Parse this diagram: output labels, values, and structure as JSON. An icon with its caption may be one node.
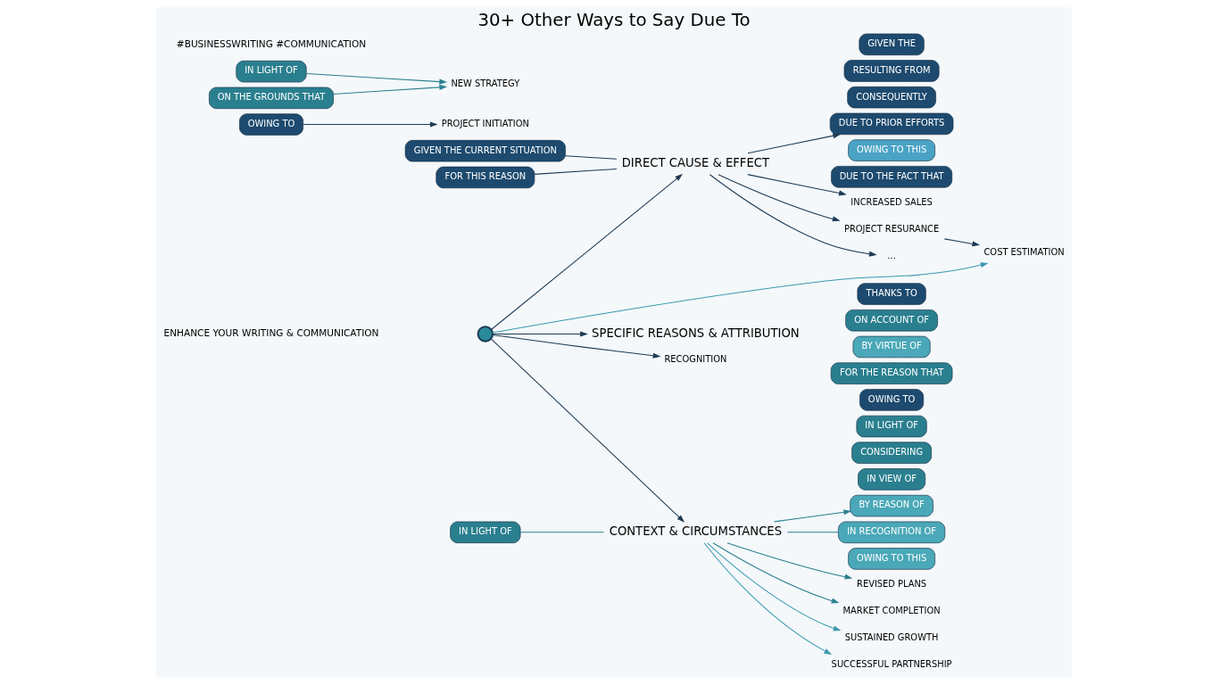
{
  "diagram": {
    "title": "30+ Other Ways to Say Due To",
    "nodes": [
      {
        "text": [],
        "shape": "circle"
      },
      {
        "text": [
          "DIRECT CAUSE & EFFECT"
        ]
      },
      {
        "text": [
          "SPECIFIC REASONS & ATTRIBUTION"
        ]
      },
      {
        "text": [
          "CONTEXT & CIRCUMSTANCES"
        ]
      },
      {
        "text": [
          "GIVEN THE"
        ]
      },
      {
        "text": [
          "GIVEN THE CURRENT SITUATION"
        ]
      },
      {
        "text": [
          "RESULTING FROM"
        ]
      },
      {
        "text": [
          "CONSEQUENTLY"
        ]
      },
      {
        "text": [
          "OWING TO"
        ]
      },
      {
        "text": [
          "FOR THIS REASON"
        ]
      },
      {
        "text": [
          "DUE TO PRIOR EFFORTS"
        ]
      },
      {
        "text": [
          "OWING TO THIS"
        ]
      },
      {
        "text": [
          "DUE TO THE FACT THAT"
        ]
      },
      {
        "text": [
          "PROJECT INITIATION"
        ]
      },
      {
        "text": [
          "INCREASED SALES"
        ]
      },
      {
        "text": [
          "PROJECT RESURANCE"
        ]
      },
      {
        "text": [
          "COST ESTIMATION"
        ]
      },
      {
        "text": [
          "..."
        ]
      },
      {
        "text": [
          "THANKS TO"
        ]
      },
      {
        "text": [
          "ON ACCOUNT OF"
        ]
      },
      {
        "text": [
          "BY VIRTUE OF"
        ]
      },
      {
        "text": [
          "FOR THE REASON THAT"
        ]
      },
      {
        "text": [
          "OWING TO"
        ]
      },
      {
        "text": [
          "IN LIGHT OF"
        ]
      },
      {
        "text": [
          "IN LIGHT OF"
        ]
      },
      {
        "text": [
          "CONSIDERING"
        ]
      },
      {
        "text": [
          "IN LIGHT OF"
        ]
      },
      {
        "text": [
          "IN VIEW OF"
        ]
      },
      {
        "text": [
          "ON THE GROUNDS THAT"
        ]
      },
      {
        "text": [
          "BY REASON OF"
        ]
      },
      {
        "text": [
          "IN RECOGNITION OF"
        ]
      },
      {
        "text": [
          "OWING TO THIS"
        ]
      },
      {
        "text": [
          "NEW STRATEGY"
        ]
      },
      {
        "text": [
          "REVISED PLANS"
        ]
      },
      {
        "text": [
          "MARKET COMPLETION"
        ]
      },
      {
        "text": [
          "SUSTAINED GROWTH"
        ]
      },
      {
        "text": [
          "RECOGNITION"
        ]
      },
      {
        "text": [
          "SUCCESSFUL PARTNERSHIP"
        ]
      }
    ],
    "edges": [
      {
        "from": 0,
        "to": 1,
        "arrow": "to"
      },
      {
        "from": 0,
        "to": 2,
        "arrow": "to"
      },
      {
        "from": 0,
        "to": 3,
        "arrow": "to"
      },
      {
        "from": 5,
        "to": 1,
        "arrow": "none"
      },
      {
        "from": 9,
        "to": 1,
        "arrow": "none"
      },
      {
        "from": 8,
        "to": 13,
        "arrow": "to"
      },
      {
        "from": 1,
        "to": 14,
        "arrow": "to"
      },
      {
        "from": 1,
        "to": 10,
        "arrow": "to"
      },
      {
        "from": 1,
        "to": 15,
        "arrow": "to"
      },
      {
        "from": 1,
        "to": 17,
        "arrow": "to"
      },
      {
        "from": 15,
        "to": 16,
        "arrow": "to"
      },
      {
        "from": 0,
        "to": 16,
        "arrow": "to",
        "color": "#3a9ab0"
      },
      {
        "from": 23,
        "to": 3,
        "arrow": "none",
        "color": "#2a7f8f"
      },
      {
        "from": 26,
        "to": 32,
        "arrow": "to",
        "color": "#2a7f8f"
      },
      {
        "from": 28,
        "to": 32,
        "arrow": "to",
        "color": "#2a7f8f"
      },
      {
        "from": 3,
        "to": 33,
        "arrow": "to",
        "color": "#2a7f8f"
      },
      {
        "from": 3,
        "to": 34,
        "arrow": "to",
        "color": "#2a7f8f"
      },
      {
        "from": 3,
        "to": 29,
        "arrow": "to",
        "color": "#2a7f8f"
      },
      {
        "from": 3,
        "to": 30,
        "arrow": "none",
        "color": "#2a7f8f"
      },
      {
        "from": 3,
        "to": 35,
        "arrow": "to",
        "color": "#3a9ab0"
      },
      {
        "from": 3,
        "to": 37,
        "arrow": "to",
        "color": "#3a9ab0"
      },
      {
        "from": 0,
        "to": 36,
        "arrow": "to"
      }
    ],
    "labels": [
      "ENHANCE YOUR WRITING & COMMUNICATION",
      "#BUSINESSWRITING #COMMUNICATION"
    ]
  }
}
